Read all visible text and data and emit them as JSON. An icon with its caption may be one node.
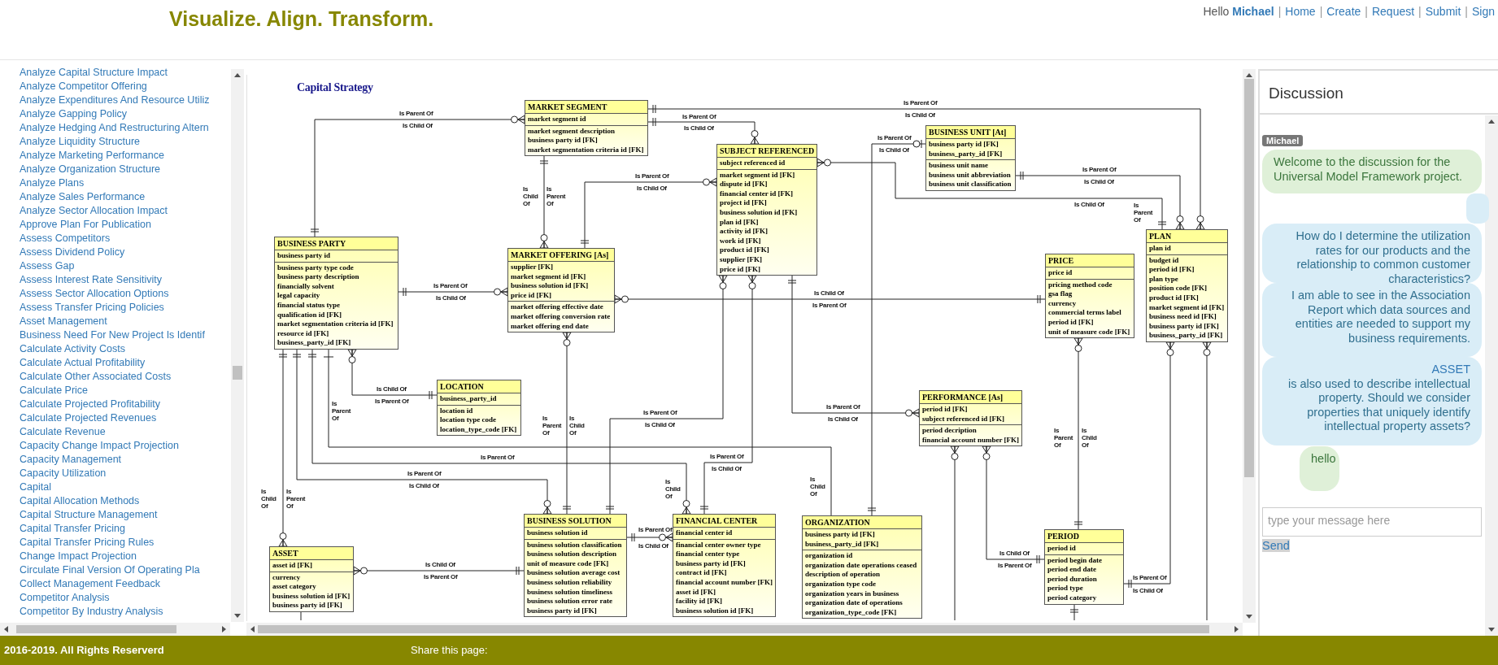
{
  "diagram": {
    "title": "Capital Strategy",
    "nodes": [
      {
        "text": [
          "MARKET SEGMENT",
          "market segment id",
          "market segment description",
          "business party id [FK]",
          "market segmentation criteria id [FK]"
        ]
      },
      {
        "text": [
          "SUBJECT REFERENCED",
          "subject referenced id",
          "market segment id [FK]",
          "dispute id [FK]",
          "financial center id [FK]",
          "project id [FK]",
          "business solution id [FK]",
          "plan id [FK]",
          "activity id [FK]",
          "work id [FK]",
          "product id [FK]",
          "supplier [FK]",
          "price id [FK]"
        ]
      },
      {
        "text": [
          "BUSINESS UNIT [At]",
          "business party id [FK]",
          "business_party_id [FK]",
          "business unit name",
          "business unit abbreviation",
          "business unit classification"
        ]
      },
      {
        "text": [
          "BUSINESS PARTY",
          "business party id",
          "business party type code",
          "business party description",
          "financially solvent",
          "legal capacity",
          "financial status type",
          "qualification id [FK]",
          "market segmentation criteria id [FK]",
          "resource id [FK]",
          "business_party_id [FK]"
        ]
      },
      {
        "text": [
          "MARKET OFFERING [As]",
          "supplier [FK]",
          "market segment id [FK]",
          "business solution id [FK]",
          "price id [FK]",
          "market offering effective date",
          "market offering conversion rate",
          "market offering end date"
        ]
      },
      {
        "text": [
          "PRICE",
          "price id",
          "pricing method code",
          "gsa flag",
          "currency",
          "commercial terms label",
          "period id [FK]",
          "unit of measure code [FK]"
        ]
      },
      {
        "text": [
          "PLAN",
          "plan id",
          "budget id",
          "period id [FK]",
          "plan type",
          "position code [FK]",
          "product id [FK]",
          "market segment id [FK]",
          "business need id [FK]",
          "business party id [FK]",
          "business_party_id [FK]"
        ]
      },
      {
        "text": [
          "LOCATION",
          "business_party_id",
          "location id",
          "location type code",
          "location_type_code [FK]"
        ]
      },
      {
        "text": [
          "PERFORMANCE [As]",
          "period id [FK]",
          "subject referenced id [FK]",
          "period decription",
          "financial account number [FK]"
        ]
      },
      {
        "text": [
          "ASSET",
          "asset id [FK]",
          "currency",
          "asset category",
          "business solution id [FK]",
          "business party id [FK]"
        ]
      },
      {
        "text": [
          "BUSINESS SOLUTION",
          "business solution id",
          "business solution classification",
          "business solution description",
          "unit of measure code [FK]",
          "business solution average cost",
          "business solution reliability",
          "business solution timeliness",
          "business solution error rate",
          "business party id [FK]"
        ]
      },
      {
        "text": [
          "FINANCIAL CENTER",
          "financial center id",
          "financial center owner type",
          "financial center type",
          "business party id [FK]",
          "contract id [FK]",
          "financial account number [FK]",
          "asset id [FK]",
          "facility id [FK]",
          "business solution id [FK]"
        ]
      },
      {
        "text": [
          "ORGANIZATION",
          "business party id [FK]",
          "business_party_id [FK]",
          "organization id",
          "organization date operations ceased",
          "description of operation",
          "organization type code",
          "organization years in business",
          "organization date of operations",
          "organization_type_code [FK]"
        ]
      },
      {
        "text": [
          "PERIOD",
          "period id",
          "period begin date",
          "period end date",
          "period duration",
          "period type",
          "period category"
        ]
      },
      {
        "text": [
          "Welcome to the discussion for the Universal Model Framework project."
        ],
        "beside": [
          "Michael"
        ]
      },
      {
        "text": [],
        "shape": "box"
      },
      {
        "text": [
          "How do I determine the utilization rates for our products and the relationship to common customer characteristics?"
        ]
      },
      {
        "text": [
          "I am able to see in the Association Report which data sources and entities are needed to support my business requirements."
        ]
      },
      {
        "text": [
          "ASSET",
          "is also used to describe intellectual property. Should we consider properties that uniquely identify intellectual property assets?"
        ]
      },
      {
        "text": [
          "hello"
        ]
      }
    ],
    "edges": [
      {
        "from": 3,
        "to": 0,
        "arrow": "other",
        "label": "Is Parent Of"
      },
      {
        "from": 0,
        "to": 4,
        "arrow": "other",
        "label": "Is Child Of"
      },
      {
        "from": 0,
        "to": 6,
        "arrow": "other",
        "label": "Is Parent Of"
      },
      {
        "from": 0,
        "to": 1,
        "arrow": "other",
        "label": "Is Parent Of"
      },
      {
        "from": 4,
        "to": 1,
        "arrow": "other",
        "label": "Is Parent Of"
      },
      {
        "from": 3,
        "to": 4,
        "arrow": "other",
        "label": "Is Parent Of"
      },
      {
        "from": 12,
        "to": 2,
        "arrow": "other",
        "label": "Is Parent Of"
      },
      {
        "from": 6,
        "to": 1,
        "arrow": "other",
        "label": "Is Parent Of"
      },
      {
        "from": 2,
        "to": 6,
        "arrow": "other",
        "label": "Is Parent Of"
      },
      {
        "from": 10,
        "to": 1,
        "arrow": "other",
        "label": "Is Parent Of"
      },
      {
        "from": 11,
        "to": 1,
        "arrow": "other",
        "label": "Is Parent Of"
      },
      {
        "from": 3,
        "to": 12,
        "arrow": "other",
        "label": "Is Parent Of"
      },
      {
        "from": 1,
        "to": 8,
        "arrow": "other",
        "label": "Is Parent Of"
      },
      {
        "from": 7,
        "to": 3,
        "arrow": "other",
        "label": "Is Child Of"
      },
      {
        "from": 3,
        "to": 9,
        "arrow": "other",
        "label": "Is Child Of"
      },
      {
        "from": 3,
        "to": 10,
        "arrow": "other",
        "label": "Is Parent Of"
      },
      {
        "from": 3,
        "to": 11,
        "arrow": "other",
        "label": "Is Parent Of"
      },
      {
        "from": 10,
        "to": 4,
        "arrow": "other",
        "label": "Is Parent Of"
      },
      {
        "from": 5,
        "to": 4,
        "arrow": "other",
        "label": "Is Child Of"
      },
      {
        "from": 10,
        "to": 11,
        "arrow": "other",
        "label": "Is Parent Of"
      },
      {
        "from": 10,
        "to": 9,
        "arrow": "other",
        "label": "Is Child Of"
      },
      {
        "from": 13,
        "to": 8,
        "arrow": "other",
        "label": "Is Child Of"
      },
      {
        "from": 13,
        "to": 5,
        "arrow": "other",
        "label": "Is Parent Of"
      },
      {
        "from": 13,
        "to": 6,
        "arrow": "other",
        "label": "Is Parent Of"
      },
      {
        "from": 9,
        "to": null,
        "arrow": "none"
      },
      {
        "from": 8,
        "to": null,
        "arrow": "other"
      },
      {
        "from": 13,
        "to": null,
        "arrow": "other"
      },
      {
        "from": 6,
        "to": null,
        "arrow": "other"
      }
    ],
    "labels": [
      "Visualize. Align. Transform.",
      "Hello **Michael**",
      "|",
      "Home",
      "|",
      "Create",
      "|",
      "Request",
      "|",
      "Submit",
      "|",
      "Sign",
      "Analyze Capital Structure Impact",
      "Analyze Competitor Offering",
      "Analyze Expenditures And Resource Utiliz",
      "Analyze Gapping Policy",
      "Analyze Hedging And Restructuring Altern",
      "Analyze Liquidity Structure",
      "Analyze Marketing Performance",
      "Analyze Organization Structure",
      "Analyze Plans",
      "Analyze Sales Performance",
      "Analyze Sector Allocation Impact",
      "Approve Plan For Publication",
      "Assess Competitors",
      "Assess Dividend Policy",
      "Assess Gap",
      "Assess Interest Rate Sensitivity",
      "Assess Sector Allocation Options",
      "Assess Transfer Pricing Policies",
      "Asset Management",
      "Business Need For New Project Is Identif",
      "Calculate Activity Costs",
      "Calculate Actual Profitability",
      "Calculate Other Associated Costs",
      "Calculate Price",
      "Calculate Projected Profitability",
      "Calculate Projected Revenues",
      "Calculate Revenue",
      "Capacity Change Impact Projection",
      "Capacity Management",
      "Capacity Utilization",
      "Capital",
      "Capital Allocation Methods",
      "Capital Structure Management",
      "Capital Transfer Pricing",
      "Capital Transfer Pricing Rules",
      "Change Impact Projection",
      "Circulate Final Version Of Operating Pla",
      "Collect Management Feedback",
      "Competitor Analysis",
      "Competitor By Industry Analysis",
      "Discussion",
      "Is Child Of",
      "Is Parent Of",
      "Is Child Of",
      "Is Child Of",
      "Is Child Of",
      "Is Child Of",
      "Is Child Of",
      "Is Child Of",
      "Is Child Of",
      "Is Child Of",
      "Is Child Of",
      "Is Child Of",
      "Is Child Of",
      "Is Parent Of",
      "Is Parent Of",
      "Is Child Of",
      "Is Child Of",
      "Is Child Of",
      "Is Parent Of",
      "Is Child Of",
      "Is Parent Of",
      "Is Parent Of",
      "Is Child Of",
      "Is Child Of",
      "type your message here",
      "Send",
      "2016-2019. All Rights Reserverd",
      "Share this page:"
    ]
  }
}
